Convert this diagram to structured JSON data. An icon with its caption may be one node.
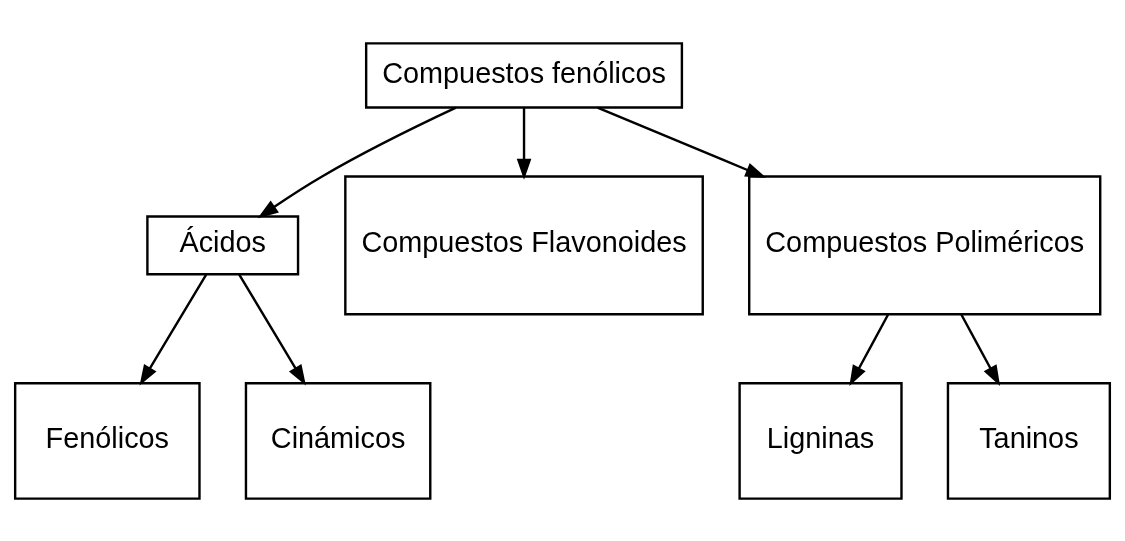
{
  "diagram": {
    "nodes": [
      {
        "text": [
          "Compuestos fenólicos"
        ]
      },
      {
        "text": [
          "Ácidos"
        ]
      },
      {
        "text": [
          "Compuestos Flavonoides"
        ]
      },
      {
        "text": [
          "Compuestos Poliméricos"
        ]
      },
      {
        "text": [
          "Fenólicos"
        ]
      },
      {
        "text": [
          "Cinámicos"
        ]
      },
      {
        "text": [
          "Ligninas"
        ]
      },
      {
        "text": [
          "Taninos"
        ]
      }
    ],
    "edges": [
      {
        "from": 0,
        "to": 1,
        "arrow": "to"
      },
      {
        "from": 0,
        "to": 2,
        "arrow": "to"
      },
      {
        "from": 0,
        "to": 3,
        "arrow": "to"
      },
      {
        "from": 1,
        "to": 4,
        "arrow": "to"
      },
      {
        "from": 1,
        "to": 5,
        "arrow": "to"
      },
      {
        "from": 3,
        "to": 6,
        "arrow": "to"
      },
      {
        "from": 3,
        "to": 7,
        "arrow": "to"
      }
    ]
  }
}
